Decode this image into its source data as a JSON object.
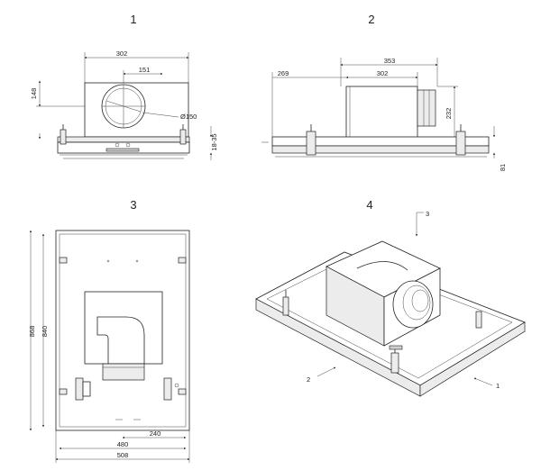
{
  "views": [
    {
      "number": "1",
      "dims": {
        "width": "302",
        "half": "151",
        "height": "148",
        "diameter": "Ø150",
        "adjust": "18-35"
      }
    },
    {
      "number": "2",
      "dims": {
        "total": "353",
        "width": "302",
        "left": "269",
        "height": "232",
        "frame": "81"
      }
    },
    {
      "number": "3",
      "dims": {
        "outer_h": "868",
        "inner_h": "840",
        "half_w": "240",
        "inner_w": "480",
        "outer_w": "508"
      }
    },
    {
      "number": "4",
      "callouts": {
        "a": "1",
        "b": "2",
        "c": "3"
      }
    }
  ]
}
